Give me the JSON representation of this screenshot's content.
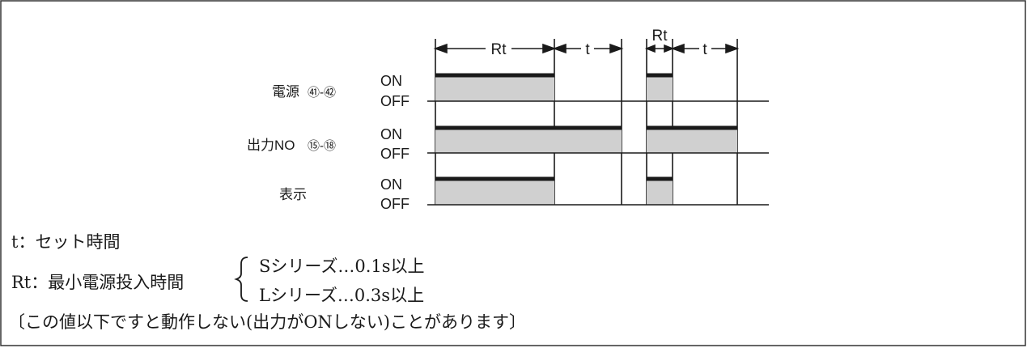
{
  "diagram": {
    "dimension_labels": {
      "rt_first": "Rt",
      "t_first": "t",
      "rt_second": "Rt",
      "t_second": "t"
    },
    "signals": [
      {
        "label": "電源",
        "terminals": "㊶-㊷",
        "on_label": "ON",
        "off_label": "OFF"
      },
      {
        "label": "出力NO",
        "terminals": "⑮-⑱",
        "on_label": "ON",
        "off_label": "OFF"
      },
      {
        "label": "表示",
        "terminals": "",
        "on_label": "ON",
        "off_label": "OFF"
      }
    ],
    "colors": {
      "pulse_fill": "#d0d0d0",
      "line": "#1a1a1a"
    }
  },
  "notes": {
    "t_definition": "t：セット時間",
    "rt_definition": "Rt：最小電源投入時間",
    "s_series": "Sシリーズ…0.1s以上",
    "l_series": "Lシリーズ…0.3s以上",
    "caution": "〔この値以下ですと動作しない(出力がONしない)ことがあります〕"
  }
}
